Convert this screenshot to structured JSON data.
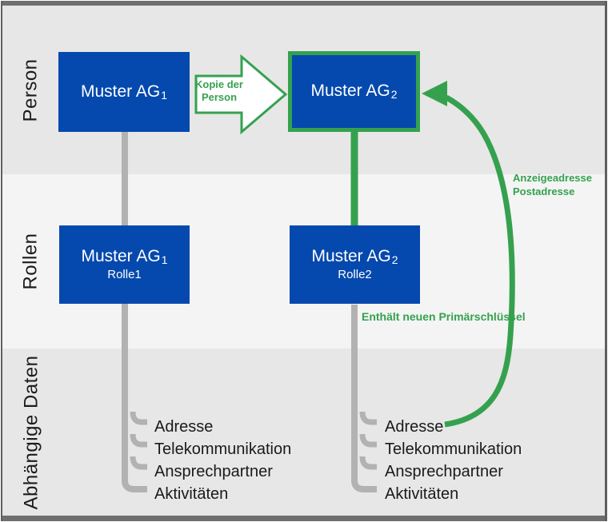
{
  "colors": {
    "blue": "#0549ae",
    "green": "#35a14f",
    "gray": "#b2b2b2",
    "band_dark": "#e7e7e7",
    "band_light": "#f4f4f4"
  },
  "bands": {
    "person": "Person",
    "rollen": "Rollen",
    "dependent": "Abhängige Daten"
  },
  "person": {
    "box1": {
      "name": "Muster AG",
      "sub": "1"
    },
    "box2": {
      "name": "Muster AG",
      "sub": "2"
    }
  },
  "rollen": {
    "box1": {
      "name": "Muster AG",
      "sub": "1",
      "role": "Rolle1"
    },
    "box2": {
      "name": "Muster AG",
      "sub": "2",
      "role": "Rolle2"
    }
  },
  "annotations": {
    "copy_arrow": [
      "Kopie der",
      "Person"
    ],
    "address_labels": [
      "Anzeigeadresse",
      "Postadresse"
    ],
    "primary_key": "Enthält neuen Primärschlüssel"
  },
  "dependent_items": [
    "Adresse",
    "Telekommunikation",
    "Ansprechpartner",
    "Aktivitäten"
  ]
}
